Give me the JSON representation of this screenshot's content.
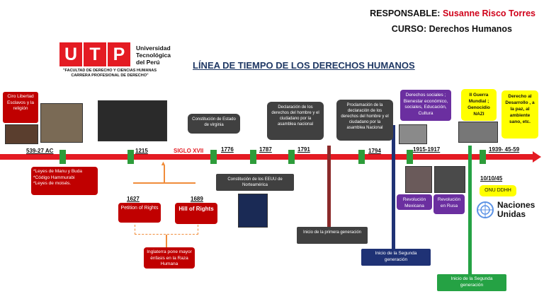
{
  "header": {
    "responsable_label": "RESPONSABLE:",
    "responsable_name": "Susanne Risco Torres",
    "curso_label": "CURSO:",
    "curso_name": "Derechos Humanos",
    "utp_letters": [
      "U",
      "T",
      "P"
    ],
    "university_name": [
      "Universidad",
      "Tecnológica",
      "del Perú"
    ],
    "facultad": [
      "\"FACULTAD DE DERECHO Y CIENCIAS HUMANAS",
      "CARRERA PROFESIONAL DE DERECHO\""
    ],
    "title": "LÍNEA DE TIEMPO DE LOS DERECHOS HUMANOS"
  },
  "years": {
    "y539": "539-27 AC",
    "y1215": "1215",
    "siglo": "SIGLO XVII",
    "y1776": "1776",
    "y1787": "1787",
    "y1791": "1791",
    "y1794": "1794",
    "y1915": "1915-1917",
    "y1939": "1939- 45-59",
    "y1627": "1627",
    "y1689": "1689",
    "y1945": "10/10/45"
  },
  "events": {
    "ciro": "Ciro Libertad Esclavos y la religión",
    "leyes": [
      "*Leyes de Manu y Buda",
      "*Código Hammurabi",
      "*Leyes de moisés."
    ],
    "virginia": "Constitución de Estado de virginia",
    "eeuu": "Constitución de los EEUU de Norteamérica",
    "declaracion": "Declaración de los derechos del hombre y el ciudadano por la asamblea nacional",
    "proclamacion": "Proclamación de la declaración de los derechos del hombre y el ciudadano por la asamblea Nacional",
    "derechos_sociales": "Derechos sociales ; Bienestar económico, sociales, Educación, Cultura",
    "guerra": "II Guerra Mundial ; Genocidio NAZI",
    "desarrollo": "Derecho al Desarrollo , a la paz, al ambiente sano, etc.",
    "petition": "Petition of Rights",
    "hill": "Hill of Rights",
    "inglaterra": "Inglaterra pone mayor énfasis en la Raza Humana",
    "primera": "Inicio de la primera generación",
    "segunda": "Inicio de la Segunda generación",
    "segunda_green": "Inicio de la Segunda generación",
    "rev_mexicana": "Revolución Mexicana",
    "rev_rusa": "Revolución en Rusa",
    "onu": "ONU DDHH",
    "naciones": [
      "Naciones",
      "Unidas"
    ]
  },
  "colors": {
    "timeline": "#e41b23",
    "tick": "#2e9c3a",
    "accent_blue": "#1f3864"
  }
}
